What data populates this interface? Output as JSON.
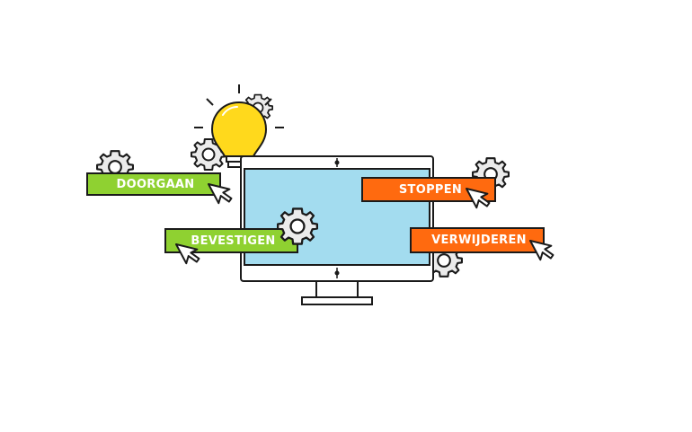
{
  "colors": {
    "green": "#8fd131",
    "orange": "#ff6a0f",
    "screen": "#a3dcef",
    "bulb": "#ffd91c",
    "gear": "#ebebeb",
    "outline": "#1a1a1a"
  },
  "buttons": {
    "doorgaan": "DOORGAAN",
    "bevestigen": "BEVESTIGEN",
    "stoppen": "STOPPEN",
    "verwijderen": "VERWIJDEREN"
  },
  "icons": [
    "light-bulb-icon",
    "gear-icon",
    "cursor-arrow-icon",
    "monitor-icon"
  ]
}
